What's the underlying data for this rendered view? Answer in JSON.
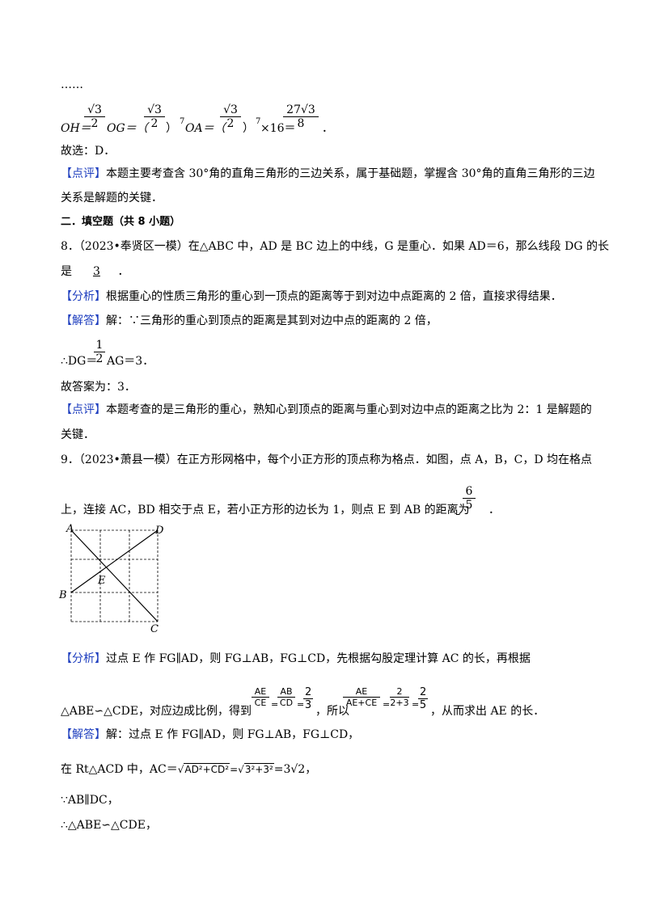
{
  "ellipsis": "……",
  "oh_line": {
    "oh": "OH＝",
    "og": "OG＝（",
    "pow7_close": "）",
    "sup7": "7",
    "oa": "OA＝（",
    "times16": "×16＝",
    "frac1_num": "√3",
    "frac1_den": "2",
    "frac2_num": "√3",
    "frac2_den": "2",
    "frac3_num": "√3",
    "frac3_den": "2",
    "frac4_num": "27√3",
    "frac4_den": "8",
    "end": "．"
  },
  "guxuan_d": "故选：D．",
  "comment7": {
    "tag": "【点评】",
    "text1": "本题主要考查含 30°角的直角三角形的三边关系，属于基础题，掌握含 30°角的直角三角形的三边",
    "text2": "关系是解题的关键．"
  },
  "section2_title": "二．填空题（共 8 小题）",
  "q8": {
    "stem1": "8．（2023•奉贤区一模）在△ABC 中，AD 是 BC 边上的中线，G 是重心．如果 AD＝6，那么线段 DG 的长",
    "stem2_prefix": "是",
    "answer": "3",
    "stem2_suffix": "．",
    "analysis_tag": "【分析】",
    "analysis": "根据重心的性质三角形的重心到一顶点的距离等于到对边中点距离的 2 倍，直接求得结果．",
    "solution_tag": "【解答】",
    "solution": "解：∵三角形的重心到顶点的距离是其到对边中点的距离的 2 倍，",
    "dg_prefix": "∴DG＝",
    "dg_frac_num": "1",
    "dg_frac_den": "2",
    "dg_suffix": "AG＝3．",
    "answer_line": "故答案为：3．",
    "comment_tag": "【点评】",
    "comment1": "本题考查的是三角形的重心，熟知心到顶点的距离与重心到对边中点的距离之比为 2：1 是解题的",
    "comment2": "关键．"
  },
  "q9": {
    "stem1": "9．（2023•萧县一模）在正方形网格中，每个小正方形的顶点称为格点．如图，点 A，B，C，D 均在格点",
    "stem2": "上，连接 AC，BD 相交于点 E，若小正方形的边长为 1，则点 E 到 AB 的距离为",
    "ans_num": "6",
    "ans_den": "5",
    "stem2_end": "．",
    "labels": {
      "A": "A",
      "B": "B",
      "C": "C",
      "D": "D",
      "E": "E"
    },
    "analysis_tag": "【分析】",
    "analysis1": "过点 E 作 FG∥AD，则 FG⊥AB，FG⊥CD，先根据勾股定理计算 AC 的长，再根据",
    "analysis2_a": "△ABE∽△CDE，对应边成比例，得到",
    "analysis2_b": "，所以",
    "analysis2_c": "，从而求出 AE 的长．",
    "f_ae": "AE",
    "f_ce": "CE",
    "f_ab": "AB",
    "f_cd": "CD",
    "f_2": "2",
    "f_3": "3",
    "f_aece": "AE+CE",
    "f_23": "2+3",
    "f_5": "5",
    "eq": "=",
    "solution_tag": "【解答】",
    "solution1": "解：过点 E 作 FG∥AD，则 FG⊥AB，FG⊥CD，",
    "rt_prefix": "在 Rt△ACD 中，AC＝",
    "rt_radicand": "AD²+CD²",
    "rt_eq1": "=",
    "rt_radicand2": "3²+3²",
    "rt_result": "=3√2，",
    "parallel": "∵AB∥DC，",
    "similar": "∴△ABE∽△CDE，"
  }
}
